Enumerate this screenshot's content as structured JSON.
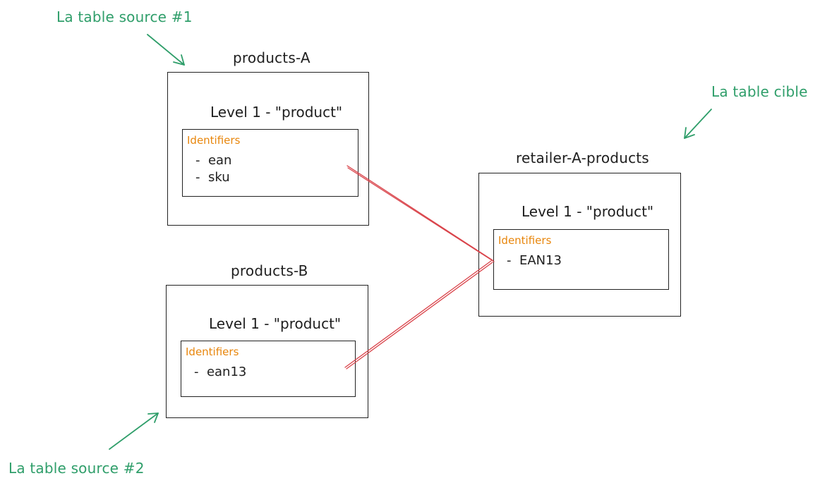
{
  "colors": {
    "note": "#2f9e6a",
    "identifiers": "#e8860c",
    "link": "#d9434a",
    "stroke": "#222222"
  },
  "notes": {
    "source1": "La table source #1",
    "source2": "La table source #2",
    "target": "La table cible"
  },
  "tables": {
    "productsA": {
      "title": "products-A",
      "level": "Level 1 - \"product\"",
      "identifiers_label": "Identifiers",
      "identifiers": [
        "ean",
        "sku"
      ]
    },
    "productsB": {
      "title": "products-B",
      "level": "Level 1 - \"product\"",
      "identifiers_label": "Identifiers",
      "identifiers": [
        "ean13"
      ]
    },
    "retailer": {
      "title": "retailer-A-products",
      "level": "Level 1 - \"product\"",
      "identifiers_label": "Identifiers",
      "identifiers": [
        "EAN13"
      ]
    }
  },
  "arrows": [
    {
      "from": "source1-note",
      "to": "products-A",
      "icon": "arrow-icon"
    },
    {
      "from": "target-note",
      "to": "retailer-A-products",
      "icon": "arrow-icon"
    },
    {
      "from": "source2-note",
      "to": "products-B",
      "icon": "arrow-icon"
    }
  ],
  "links": [
    {
      "from": "products-A.ean",
      "to": "retailer-A-products.EAN13"
    },
    {
      "from": "products-B.ean13",
      "to": "retailer-A-products.EAN13"
    }
  ]
}
